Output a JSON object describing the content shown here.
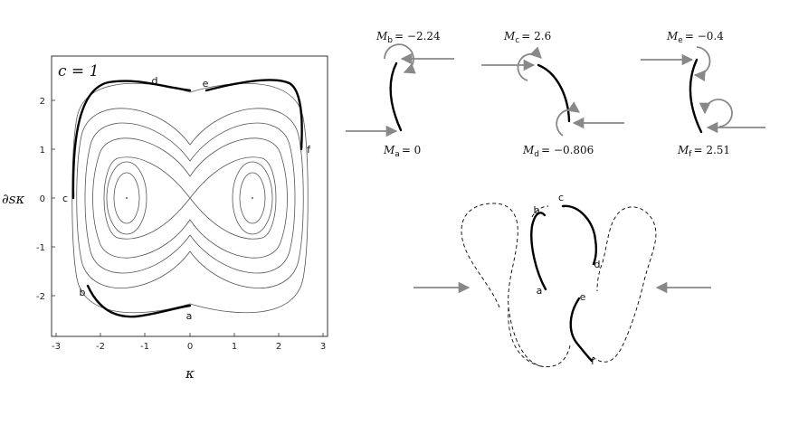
{
  "phase_plot": {
    "legend": "c = 1",
    "xlabel": "κ",
    "ylabel": "∂sκ",
    "xticks": [
      -3,
      -2,
      -1,
      0,
      1,
      2,
      3
    ],
    "yticks": [
      -2,
      -1,
      0,
      1,
      2
    ],
    "xlim": [
      -3.1,
      3.1
    ],
    "ylim": [
      -2.7,
      2.7
    ],
    "points": [
      {
        "label": "a",
        "x": 0.0,
        "y": -2.2
      },
      {
        "label": "b",
        "x": -2.3,
        "y": -1.9
      },
      {
        "label": "c",
        "x": -2.6,
        "y": 0.0
      },
      {
        "label": "d",
        "x": -0.8,
        "y": 2.35
      },
      {
        "label": "e",
        "x": 0.4,
        "y": 2.2
      },
      {
        "label": "f",
        "x": 2.6,
        "y": 1.0
      }
    ]
  },
  "moments": [
    {
      "symbol": "M",
      "sub": "a",
      "value": "= 0"
    },
    {
      "symbol": "M",
      "sub": "b",
      "value": "= −2.24"
    },
    {
      "symbol": "M",
      "sub": "c",
      "value": "= 2.6"
    },
    {
      "symbol": "M",
      "sub": "d",
      "value": "= −0.806"
    },
    {
      "symbol": "M",
      "sub": "e",
      "value": "= −0.4"
    },
    {
      "symbol": "M",
      "sub": "f",
      "value": "= 2.51"
    }
  ],
  "curve_labels": [
    "a",
    "b",
    "c",
    "d",
    "e",
    "f"
  ],
  "colors": {
    "curve": "#000000",
    "arrow": "#888888",
    "orbit": "#555555"
  }
}
